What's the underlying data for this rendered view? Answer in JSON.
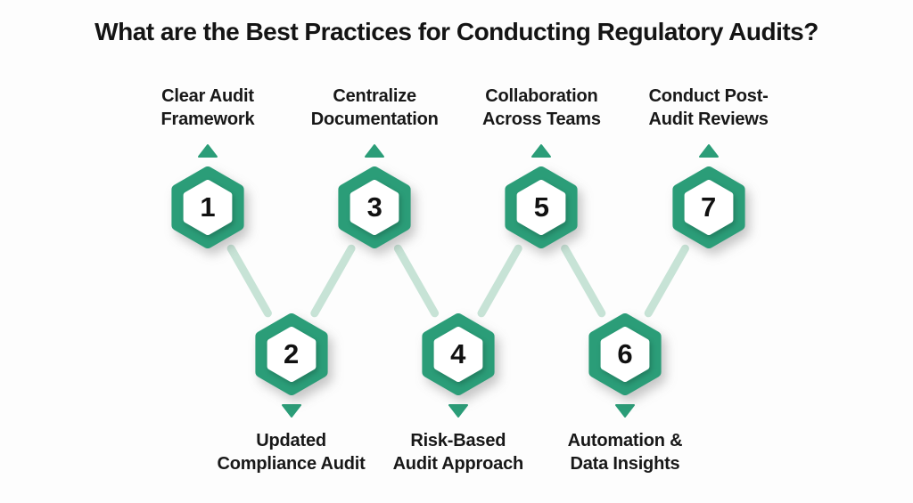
{
  "title": "What are the Best Practices for Conducting Regulatory Audits?",
  "colors": {
    "hexagon_green": "#2b9d78",
    "connector_green": "#c7e3d6",
    "text_dark": "#141414",
    "background": "#fdfdfd"
  },
  "items": [
    {
      "number": "1",
      "row": "top",
      "label_lines": [
        "Clear Audit",
        "Framework"
      ]
    },
    {
      "number": "2",
      "row": "bottom",
      "label_lines": [
        "Updated",
        "Compliance Audit"
      ]
    },
    {
      "number": "3",
      "row": "top",
      "label_lines": [
        "Centralize",
        "Documentation"
      ]
    },
    {
      "number": "4",
      "row": "bottom",
      "label_lines": [
        "Risk-Based",
        "Audit Approach"
      ]
    },
    {
      "number": "5",
      "row": "top",
      "label_lines": [
        "Collaboration",
        "Across Teams"
      ]
    },
    {
      "number": "6",
      "row": "bottom",
      "label_lines": [
        "Automation &",
        "Data Insights"
      ]
    },
    {
      "number": "7",
      "row": "top",
      "label_lines": [
        "Conduct Post-",
        "Audit Reviews"
      ]
    }
  ]
}
